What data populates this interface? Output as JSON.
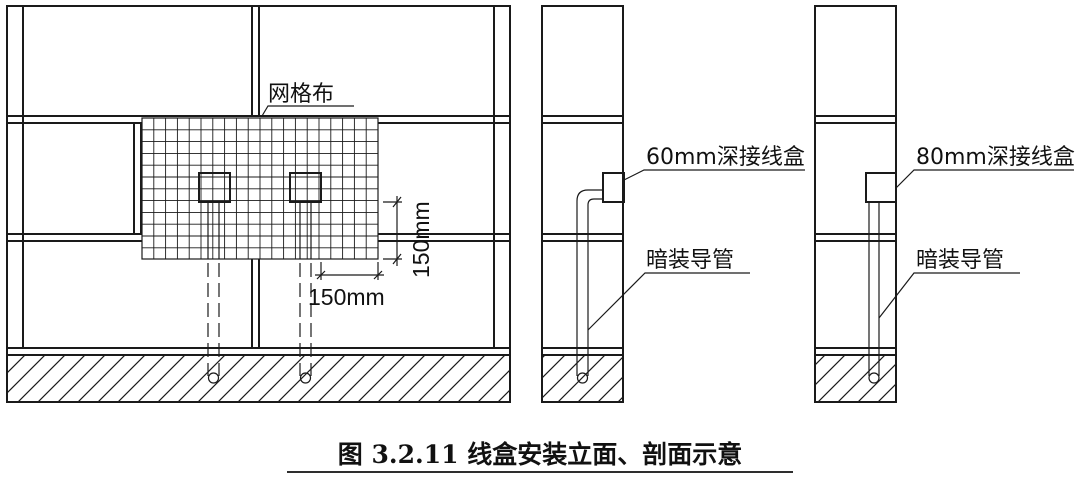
{
  "labels": {
    "grid_cloth": "网格布",
    "dim_vertical": "150mm",
    "dim_horizontal": "150mm",
    "box_60": "60mm深接线盒",
    "box_80": "80mm深接线盒",
    "conduit_1": "暗装导管",
    "conduit_2": "暗装导管"
  },
  "caption": "图 3.2.11 线盒安装立面、剖面示意"
}
